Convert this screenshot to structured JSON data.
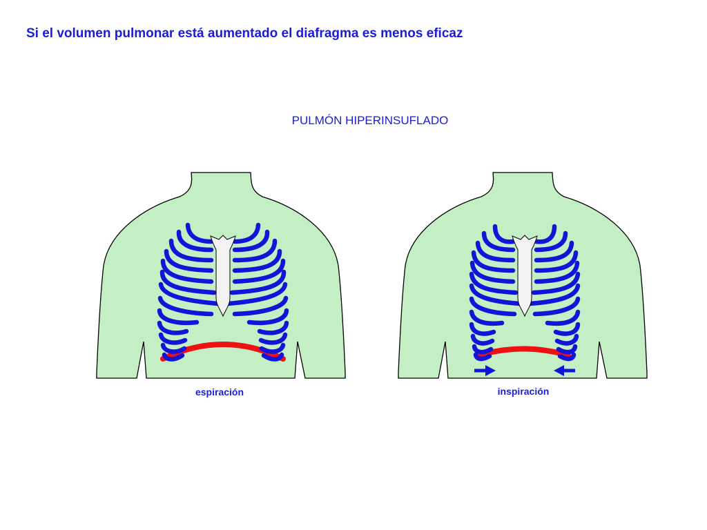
{
  "title": "Si el volumen pulmonar está aumentado el diafragma es menos eficaz",
  "subtitle": "PULMÓN HIPERINSUFLADO",
  "panels": [
    {
      "caption": "espiración"
    },
    {
      "caption": "inspiración"
    }
  ],
  "colors": {
    "text": "#1c1cd6",
    "torso": "#c4efc4",
    "ribs": "#1414d8",
    "diaphragm": "#ee1111",
    "sternum": "#f2f2f2",
    "arrows": "#1414d8"
  }
}
